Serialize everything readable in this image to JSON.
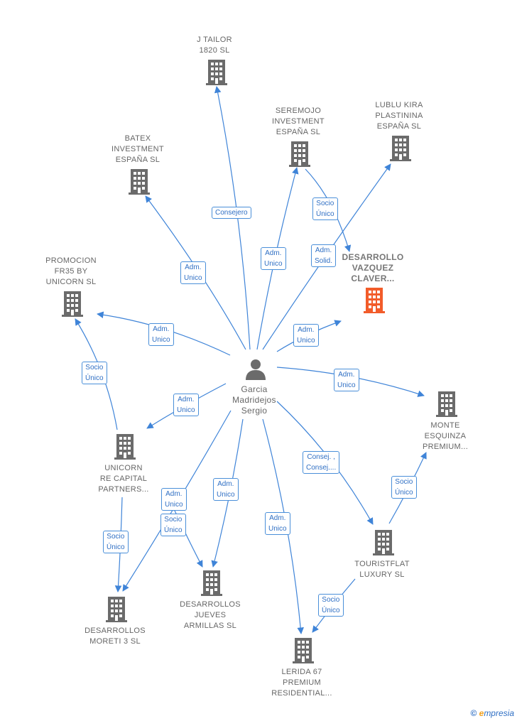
{
  "colors": {
    "edge": "#3f84d8",
    "building": "#6b6b6b",
    "building_highlight": "#f25c2a",
    "person": "#6b6b6b"
  },
  "center": {
    "name": "Garcia\nMadridejos\nSergio"
  },
  "nodes": [
    {
      "id": "jtailor",
      "label": "J TAILOR\n1820  SL",
      "highlight": false
    },
    {
      "id": "seremojo",
      "label": "SEREMOJO\nINVESTMENT\nESPAÑA  SL",
      "highlight": false
    },
    {
      "id": "lublu",
      "label": "LUBLU KIRA\nPLASTININA\nESPAÑA  SL",
      "highlight": false
    },
    {
      "id": "batex",
      "label": "BATEX\nINVESTMENT\nESPAÑA SL",
      "highlight": false
    },
    {
      "id": "desvazquez",
      "label": "DESARROLLO\nVAZQUEZ\nCLAVER...",
      "highlight": true
    },
    {
      "id": "promocion",
      "label": "PROMOCION\nFR35 BY\nUNICORN  SL",
      "highlight": false
    },
    {
      "id": "monte",
      "label": "MONTE\nESQUINZA\nPREMIUM...",
      "highlight": false
    },
    {
      "id": "unicorn",
      "label": "UNICORN\nRE CAPITAL\nPARTNERS...",
      "highlight": false
    },
    {
      "id": "touristflat",
      "label": "TOURISTFLAT\nLUXURY  SL",
      "highlight": false
    },
    {
      "id": "desjueves",
      "label": "DESARROLLOS\nJUEVES\nARMILLAS  SL",
      "highlight": false
    },
    {
      "id": "desmoreti",
      "label": "DESARROLLOS\nMORETI 3  SL",
      "highlight": false
    },
    {
      "id": "lerida",
      "label": "LERIDA 67\nPREMIUM\nRESIDENTIAL...",
      "highlight": false
    }
  ],
  "edge_labels": [
    "Consejero",
    "Adm.\nUnico",
    "Adm.\nUnico",
    "Socio\nÚnico",
    "Adm.\nSolid.",
    "Adm.\nUnico",
    "Adm.\nUnico",
    "Socio\nÚnico",
    "Adm.\nUnico",
    "Adm.\nUnico",
    "Consej. ,\nConsej....",
    "Socio\nÚnico",
    "Adm.\nUnico",
    "Socio\nÚnico",
    "Adm.\nUnico",
    "Socio\nÚnico",
    "Adm.\nUnico",
    "Socio\nÚnico"
  ],
  "footer": {
    "copyright": "©",
    "brand_e": "e",
    "brand_rest": "mpresia"
  }
}
